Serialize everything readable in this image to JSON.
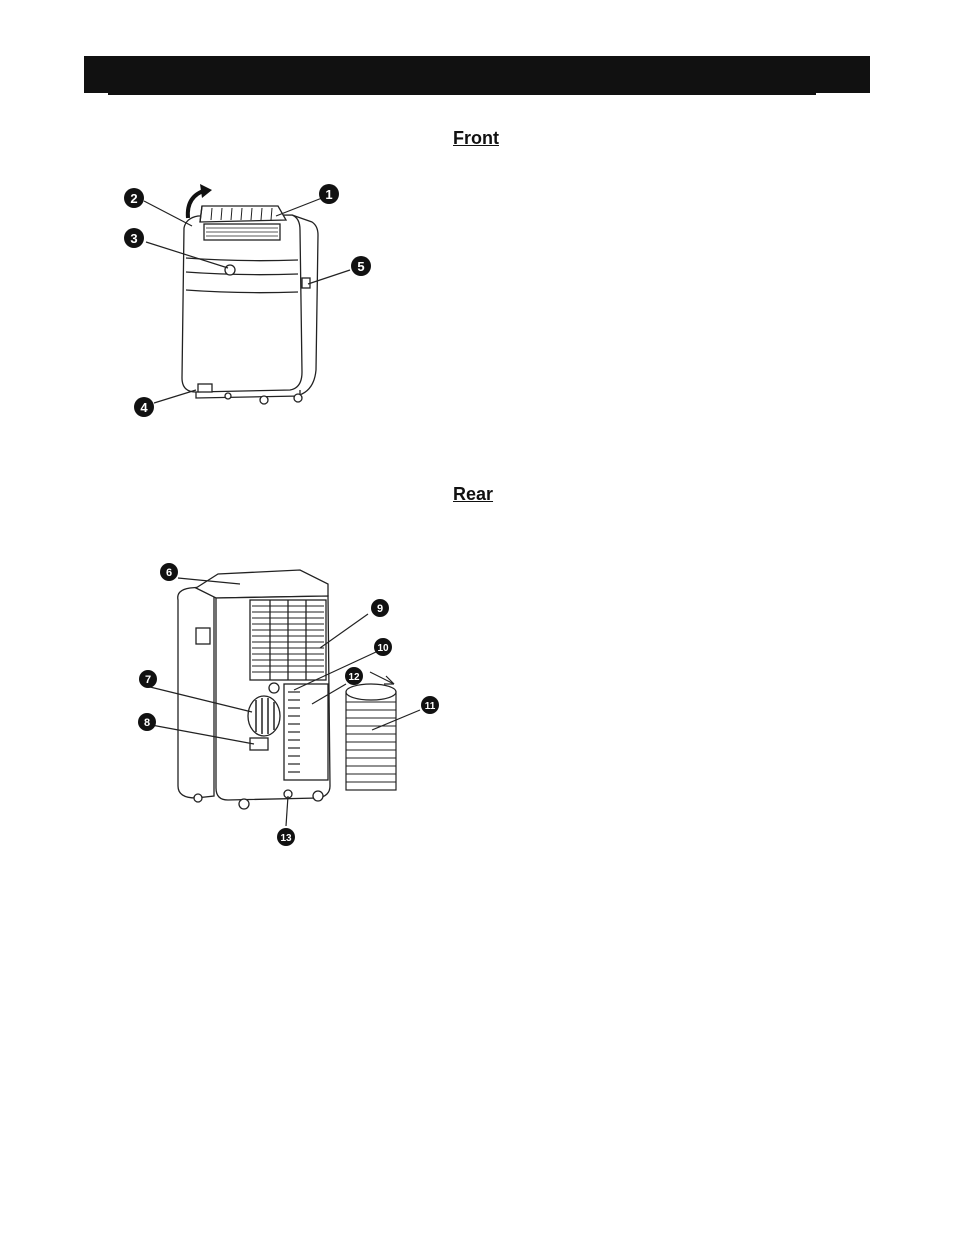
{
  "sections": {
    "front": {
      "title": "Front"
    },
    "rear": {
      "title": "Rear"
    }
  },
  "callouts": {
    "c1": "1",
    "c2": "2",
    "c3": "3",
    "c4": "4",
    "c5": "5",
    "c6": "6",
    "c7": "7",
    "c8": "8",
    "c9": "9",
    "c10": "10",
    "c11": "11",
    "c12": "12",
    "c13": "13"
  },
  "colors": {
    "header": "#111111",
    "line": "#222222",
    "background": "#ffffff"
  }
}
